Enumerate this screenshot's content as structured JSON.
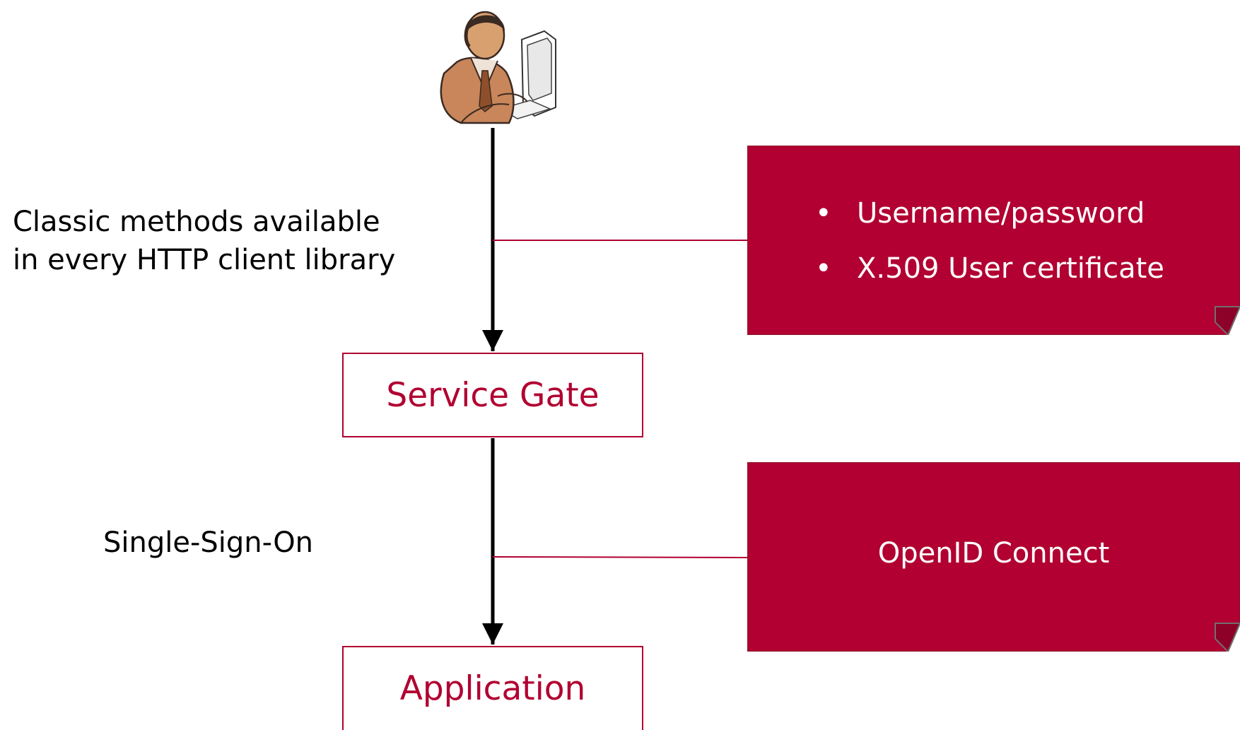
{
  "colors": {
    "accent": "#b10031",
    "text": "#000000",
    "note_text": "#ffffff"
  },
  "flow": {
    "user_icon": "person-at-computer-icon",
    "boxes": {
      "service_gate": "Service Gate",
      "application": "Application"
    },
    "labels": {
      "classic_line1": "Classic methods available",
      "classic_line2": "in every HTTP client library",
      "sso": "Single-Sign-On"
    }
  },
  "notes": {
    "classic": {
      "items": [
        "Username/password",
        "X.509 User certificate"
      ]
    },
    "sso": {
      "text": "OpenID Connect"
    }
  }
}
